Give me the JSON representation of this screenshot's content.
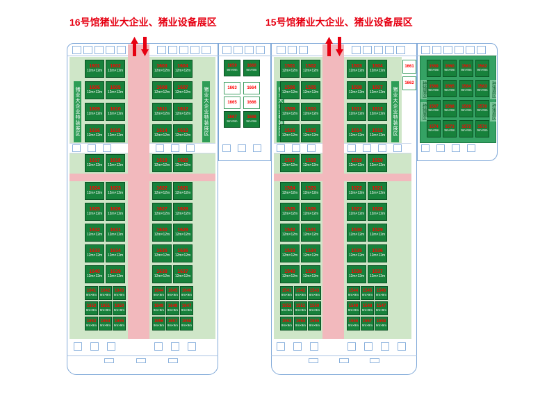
{
  "titles": {
    "hall16": "16号馆猪业大企业、猪业设备展区",
    "hall15": "15号馆猪业大企业、猪业设备展区"
  },
  "labels": {
    "special_strip": "猪业大企业特装展区",
    "breeding_zone": "种猪展区"
  },
  "booth_sizes": {
    "main": "12m×12m",
    "small": "9m×9m"
  },
  "hall16": {
    "main_rows": [
      [
        "1601",
        "1602",
        "1603",
        "1604"
      ],
      [
        "1606",
        "1605",
        "1608",
        "1607"
      ],
      [
        "1609",
        "1610",
        "1611",
        "1612"
      ],
      [
        "1616",
        "1615",
        "1614",
        "1613"
      ],
      [
        "1617",
        "1618",
        "1619",
        "1620"
      ],
      [
        "1624",
        "1623",
        "1622",
        "1621"
      ],
      [
        "1625",
        "1626",
        "1627",
        "1628"
      ],
      [
        "1632",
        "1631",
        "1630",
        "1629"
      ],
      [
        "1633",
        "1634",
        "1635",
        "1636"
      ],
      [
        "1640",
        "1639",
        "1638",
        "1637"
      ]
    ],
    "bottom_rows": [
      [
        "1641",
        "1642",
        "1643",
        "1644",
        "1645",
        "1646"
      ],
      [
        "1652",
        "1651",
        "1650",
        "1649",
        "1648",
        "1647"
      ],
      [
        "1653",
        "1654",
        "1655",
        "1656",
        "1657",
        "1658"
      ]
    ]
  },
  "hall15": {
    "main_rows": [
      [
        "1501",
        "1502",
        "1503",
        "1504"
      ],
      [
        "1506",
        "1505",
        "1508",
        "1507"
      ],
      [
        "1509",
        "1510",
        "1511",
        "1512"
      ],
      [
        "1516",
        "1515",
        "1514",
        "1513"
      ],
      [
        "1517",
        "1518",
        "1519",
        "1520"
      ],
      [
        "1524",
        "1523",
        "1522",
        "1521"
      ],
      [
        "1525",
        "1526",
        "1527",
        "1528"
      ],
      [
        "1532",
        "1531",
        "1530",
        "1529"
      ],
      [
        "1533",
        "1534",
        "1535",
        "1536"
      ],
      [
        "1540",
        "1539",
        "1538",
        "1537"
      ]
    ],
    "bottom_rows": [
      [
        "1541",
        "1542",
        "1543",
        "1544",
        "1545",
        "1546"
      ],
      [
        "1552",
        "1551",
        "1550",
        "1549",
        "1548",
        "1547"
      ],
      [
        "1553",
        "1554",
        "1555",
        "1556",
        "1557",
        "1558"
      ]
    ]
  },
  "annex": {
    "gap_green_top": [
      "1659",
      "1660"
    ],
    "gap_white": [
      [
        "1663",
        "1664"
      ],
      [
        "1665",
        "1666"
      ]
    ],
    "gap_green_bottom": [
      "1667",
      "1668"
    ],
    "right_white": [
      "1661",
      "1662"
    ]
  },
  "breeding": {
    "rows": [
      [
        "1559",
        "1560",
        "1561",
        "1562"
      ],
      [
        "1566",
        "1565",
        "1564",
        "1563"
      ],
      [
        "1567",
        "1568",
        "1569",
        "1570"
      ],
      [
        "1574",
        "1573",
        "1572",
        "1571"
      ]
    ]
  }
}
